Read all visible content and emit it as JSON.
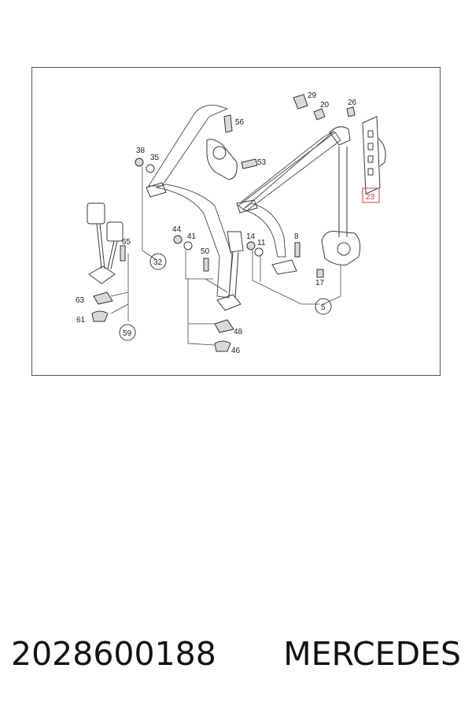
{
  "diagram": {
    "labels": {
      "l29": "29",
      "l20": "20",
      "l26": "26",
      "l56": "56",
      "l38": "38",
      "l35": "35",
      "l53": "53",
      "l23": "23",
      "l65": "65",
      "l44": "44",
      "l41": "41",
      "l50": "50",
      "l14": "14",
      "l11": "11",
      "l8": "8",
      "l32": "32",
      "l17": "17",
      "l63": "63",
      "l61": "61",
      "l5": "5",
      "l48": "48",
      "l59": "59",
      "l46": "46"
    },
    "highlight_color": "#d9363e"
  },
  "caption": {
    "part_number": "2028600188",
    "brand": "MERCEDES"
  }
}
